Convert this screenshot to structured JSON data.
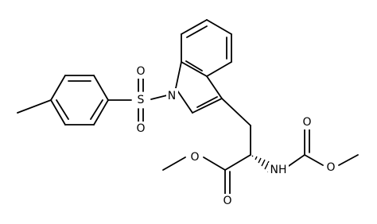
{
  "structure": {
    "atoms": {
      "n_indole": "N",
      "s_sulfonyl": "S",
      "o_sulfonyl_top": "O",
      "o_sulfonyl_bottom": "O",
      "o_ester_methoxy": "O",
      "o_ester_carbonyl": "O",
      "nh_carbamate": "NH",
      "o_carbamate_carbonyl": "O",
      "o_carbamate_methoxy": "O"
    }
  }
}
